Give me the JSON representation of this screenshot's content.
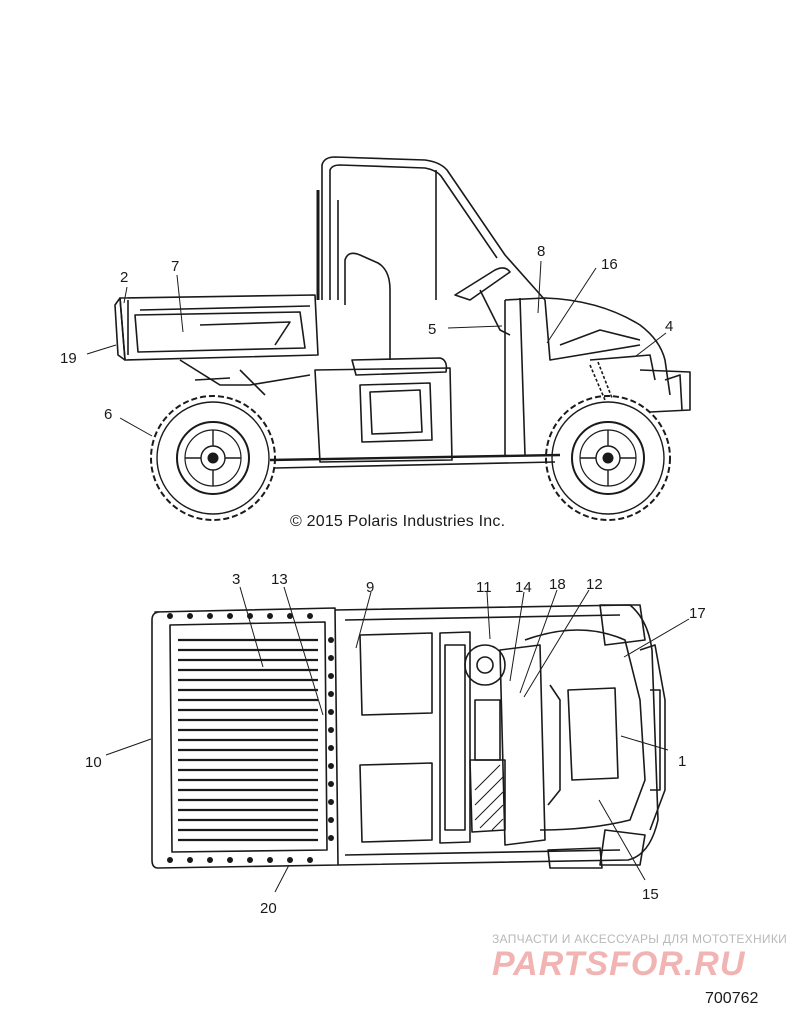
{
  "copyright": "© 2015 Polaris Industries Inc.",
  "figure_number": "700762",
  "watermark": {
    "caption": "ЗАПЧАСТИ И АКСЕССУАРЫ ДЛЯ МОТОТЕХНИКИ",
    "logo": "PARTSFOR.RU",
    "color": "#f2b3b3"
  },
  "side_view_callouts": [
    "2",
    "7",
    "19",
    "6",
    "8",
    "16",
    "5",
    "4"
  ],
  "top_view_callouts": [
    "3",
    "13",
    "9",
    "11",
    "14",
    "18",
    "12",
    "17",
    "10",
    "1",
    "20",
    "15"
  ],
  "line_color": "#1a1a1a"
}
